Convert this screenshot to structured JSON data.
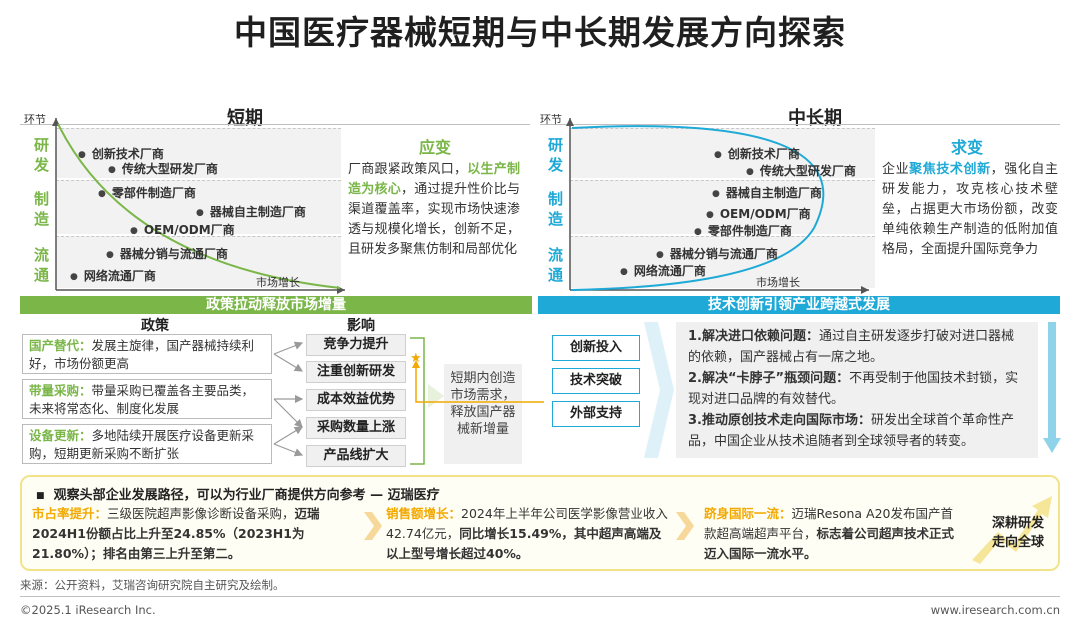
{
  "title": "中国医疗器械短期与中长期发展方向探索",
  "short_term": {
    "title": "短期",
    "y_axis": "环节",
    "x_axis": "市场增长",
    "categories": [
      "研发",
      "制造",
      "流通"
    ],
    "points": [
      "创新技术厂商",
      "传统大型研发厂商",
      "零部件制造厂商",
      "器械自主制造厂商",
      "OEM/ODM厂商",
      "器械分销与流通厂商",
      "网络流通厂商"
    ],
    "side_title": "应变",
    "side_text_1": "厂商跟紧政策风口，",
    "side_emph": "以生产制造为核心",
    "side_text_2": "，通过提升性价比与渠道覆盖率，实现市场快速渗透与规模化增长，创新不足，且研发多聚焦仿制和局部优化"
  },
  "long_term": {
    "title": "中长期",
    "y_axis": "环节",
    "x_axis": "市场增长",
    "categories": [
      "研发",
      "制造",
      "流通"
    ],
    "points": [
      "创新技术厂商",
      "传统大型研发厂商",
      "器械自主制造厂商",
      "OEM/ODM厂商",
      "零部件制造厂商",
      "器械分销与流通厂商",
      "网络流通厂商"
    ],
    "side_title": "求变",
    "side_text_1": "企业",
    "side_emph": "聚焦技术创新",
    "side_text_2": "，强化自主研发能力，攻克核心技术壁垒，占据更大市场份额，改变单纯依赖生产制造的低附加值格局，全面提升国际竞争力"
  },
  "policy_section": {
    "bar": "政策拉动释放市场增量",
    "policy_header": "政策",
    "impact_header": "影响",
    "policies": [
      {
        "head": "国产替代：",
        "text": "发展主旋律，国产器械持续利好，市场份额更高"
      },
      {
        "head": "带量采购：",
        "text": "带量采购已覆盖各主要品类，未来将常态化、制度化发展"
      },
      {
        "head": "设备更新：",
        "text": "多地陆续开展医疗设备更新采购，短期更新采购不断扩张"
      }
    ],
    "impacts": [
      "竞争力提升",
      "注重创新研发",
      "成本效益优势",
      "采购数量上涨",
      "产品线扩大"
    ],
    "short_effect": "短期内创造市场需求，释放国产器械新增量"
  },
  "tech_section": {
    "bar": "技术创新引领产业跨越式发展",
    "buttons": [
      "创新投入",
      "技术突破",
      "外部支持"
    ],
    "items": [
      {
        "head": "1.解决进口依赖问题：",
        "text": "通过自主研发逐步打破对进口器械的依赖，国产器械占有一席之地。"
      },
      {
        "head": "2.解决“卡脖子”瓶颈问题：",
        "text": "不再受制于他国技术封锁，实现对进口品牌的有效替代。"
      },
      {
        "head": "3.推动原创技术走向国际市场：",
        "text": "研发出全球首个革命性产品，中国企业从技术追随者到全球领导者的转变。"
      }
    ]
  },
  "case": {
    "title": "观察头部企业发展路径，可以为行业厂商提供方向参考 — 迈瑞医疗",
    "c1_head": "市占率提升：",
    "c1_text": "三级医院超声影像诊断设备采购，",
    "c1_bold": "迈瑞2024H1份额占比上升至24.85%（2023H1为21.80%）；排名由第三上升至第二。",
    "c2_head": "销售额增长：",
    "c2_text": "2024年上半年公司医学影像营业收入42.74亿元，",
    "c2_bold": "同比增长15.49%，其中超声高端及以上型号增长超过40%。",
    "c3_head": "跻身国际一流：",
    "c3_text": "迈瑞Resona A20发布国产首款超高端超声平台，",
    "c3_bold": "标志着公司超声技术正式迈入国际一流水平。",
    "goal": "深耕研发走向全球"
  },
  "source": "来源：公开资料，艾瑞咨询研究院自主研究及绘制。",
  "copyright": "©2025.1 iResearch Inc.",
  "website": "www.iresearch.com.cn",
  "colors": {
    "green": "#7ab648",
    "blue": "#1fa9d6",
    "yellow": "#f2a900"
  }
}
